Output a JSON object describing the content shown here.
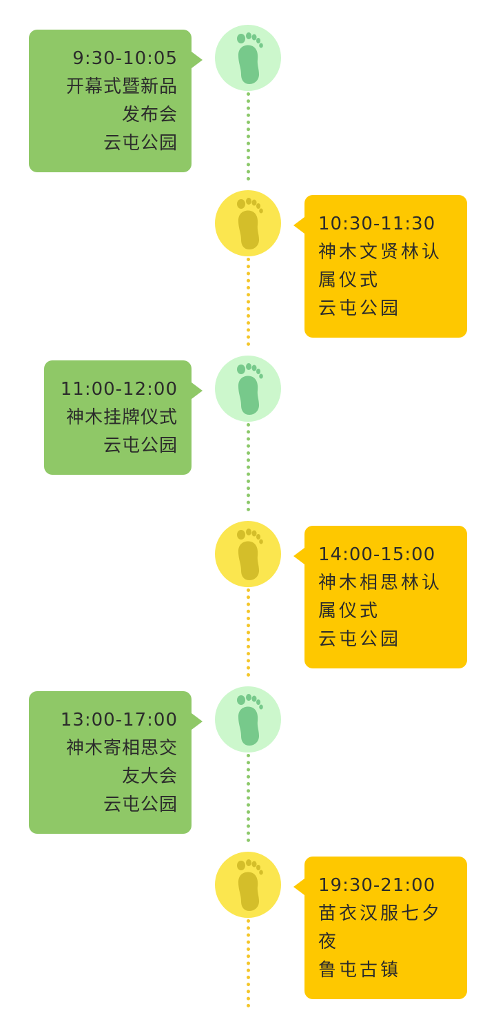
{
  "events": [
    {
      "time": "9:30-10:05",
      "title": "开幕式暨新品\n发布会",
      "place": "云屯公园"
    },
    {
      "time": "10:30-11:30",
      "title": "神木文贤林认\n属仪式",
      "place": "云屯公园"
    },
    {
      "time": "11:00-12:00",
      "title": "神木挂牌仪式",
      "place": "云屯公园"
    },
    {
      "time": "14:00-15:00",
      "title": "神木相思林认\n属仪式",
      "place": "云屯公园"
    },
    {
      "time": "13:00-17:00",
      "title": "神木寄相思交\n友大会",
      "place": "云屯公园"
    },
    {
      "time": "19:30-21:00",
      "title": "苗衣汉服七夕\n夜",
      "place": "鲁屯古镇"
    }
  ],
  "colors": {
    "green_card": "#8fc867",
    "yellow_card": "#fec800",
    "green_node": "#ccf7cc",
    "yellow_node": "#fbe64f",
    "green_foot": "#77c98b",
    "yellow_foot": "#d4be2a"
  },
  "icons": {
    "node": "footprint-icon"
  }
}
